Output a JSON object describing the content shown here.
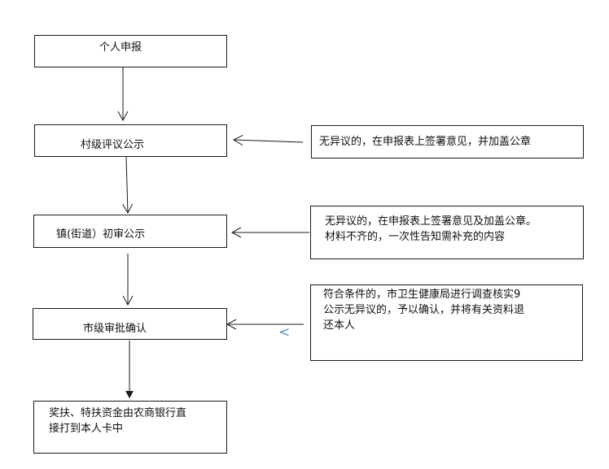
{
  "steps": [
    {
      "label": "个人申报"
    },
    {
      "label": "村级评议公示"
    },
    {
      "label": "镇(街道）初审公示"
    },
    {
      "label": "市级审批确认"
    },
    {
      "label": "奖扶、特扶资金由农商银行直\n接打到本人卡中"
    }
  ],
  "notes": [
    {
      "text": "无异议的，在申报表上签署意见，并加盖公章"
    },
    {
      "text": "无异议的，在申报表上签署意见及加盖公章。\n材料不齐的，一次性告知需补充的内容"
    },
    {
      "text": "符合条件的，市卫生健康局进行调查核实9\n公示无异议的，予以确认，并将有关资料退\n还本人"
    }
  ],
  "stray_glyph": "<"
}
